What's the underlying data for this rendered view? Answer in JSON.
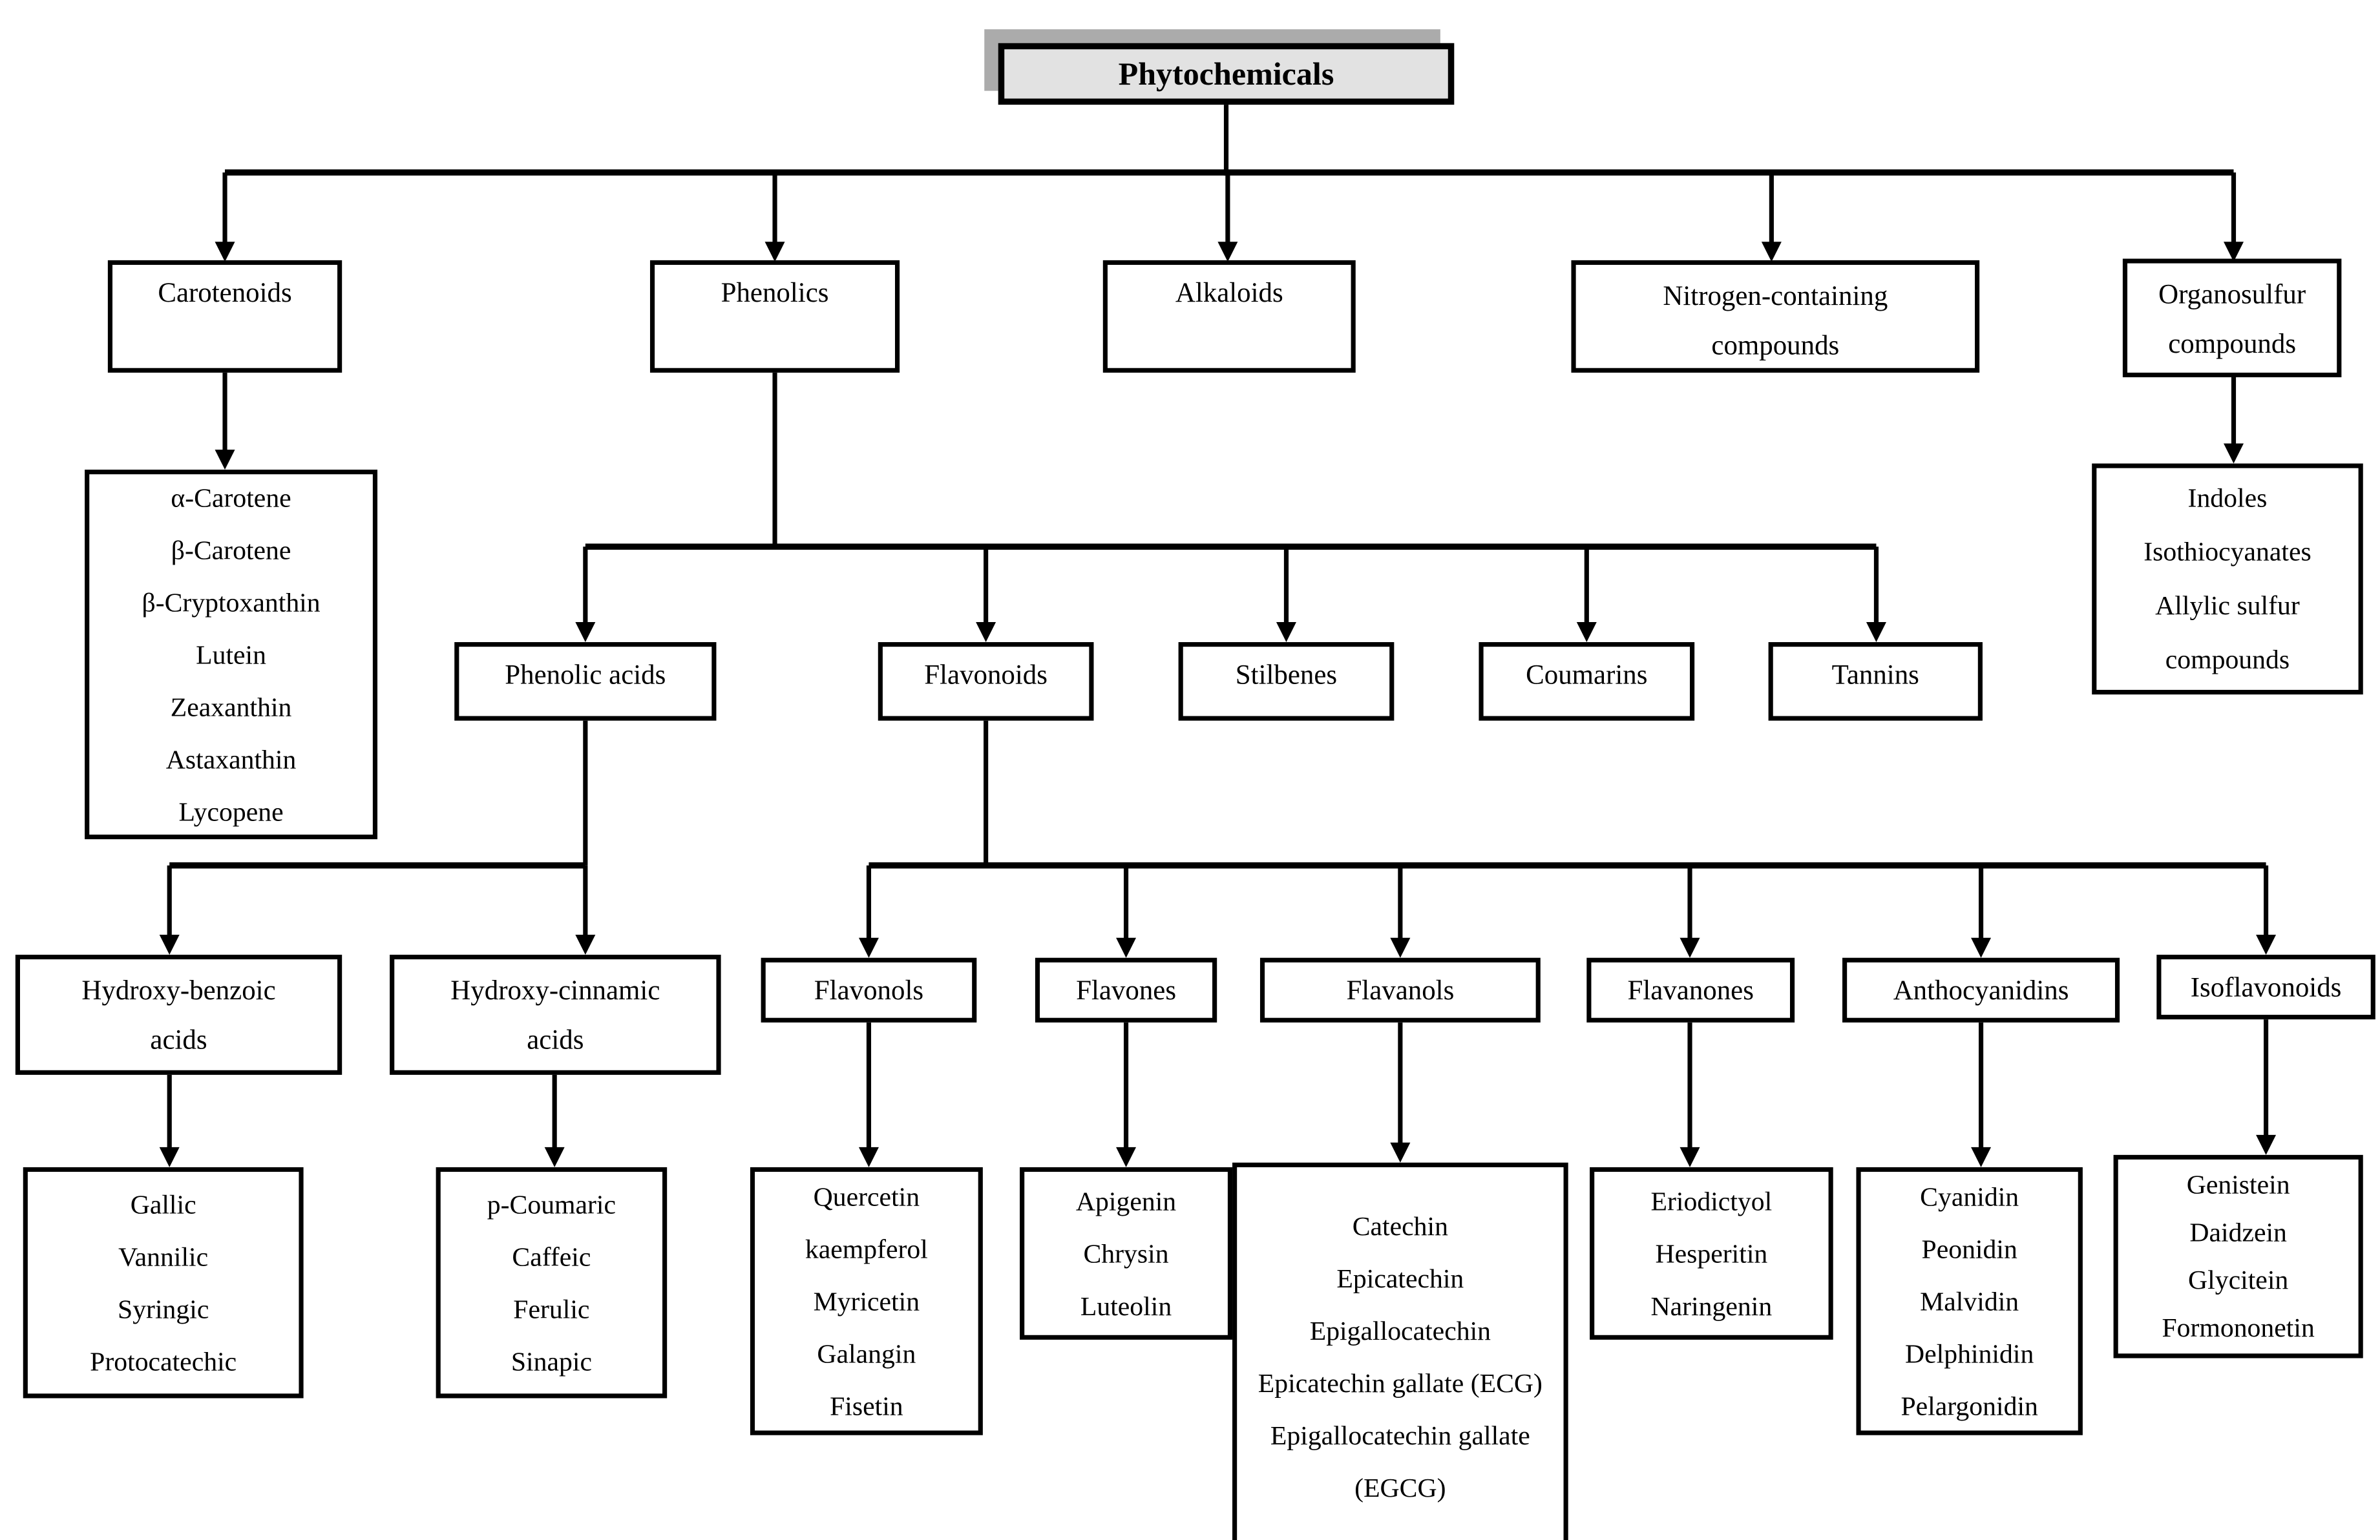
{
  "title": "Phytochemicals",
  "level1": {
    "carotenoids": "Carotenoids",
    "phenolics": "Phenolics",
    "alkaloids": "Alkaloids",
    "nitrogen": "Nitrogen-containing compounds",
    "organosulfur": "Organosulfur compounds"
  },
  "carotenoid_examples": [
    "α-Carotene",
    "β-Carotene",
    "β-Cryptoxanthin",
    "Lutein",
    "Zeaxanthin",
    "Astaxanthin",
    "Lycopene"
  ],
  "organosulfur_examples": [
    "Indoles",
    "Isothiocyanates",
    "Allylic sulfur compounds"
  ],
  "phenolic_classes": {
    "phenolic_acids": "Phenolic acids",
    "flavonoids": "Flavonoids",
    "stilbenes": "Stilbenes",
    "coumarins": "Coumarins",
    "tannins": "Tannins"
  },
  "phenolic_acid_classes": {
    "hydroxy_benzoic": "Hydroxy-benzoic acids",
    "hydroxy_cinnamic": "Hydroxy-cinnamic acids"
  },
  "hydroxy_benzoic_examples": [
    "Gallic",
    "Vannilic",
    "Syringic",
    "Protocatechic"
  ],
  "hydroxy_cinnamic_examples": [
    "p-Coumaric",
    "Caffeic",
    "Ferulic",
    "Sinapic"
  ],
  "flavonoid_classes": {
    "flavonols": "Flavonols",
    "flavones": "Flavones",
    "flavanols": "Flavanols",
    "flavanones": "Flavanones",
    "anthocyanidins": "Anthocyanidins",
    "isoflavonoids": "Isoflavonoids"
  },
  "flavonol_examples": [
    "Quercetin",
    "kaempferol",
    "Myricetin",
    "Galangin",
    "Fisetin"
  ],
  "flavone_examples": [
    "Apigenin",
    "Chrysin",
    "Luteolin"
  ],
  "flavanol_examples": [
    "Catechin",
    "Epicatechin",
    "Epigallocatechin",
    "Epicatechin gallate (ECG)",
    "Epigallocatechin gallate (EGCG)"
  ],
  "flavanone_examples": [
    "Eriodictyol",
    "Hesperitin",
    "Naringenin"
  ],
  "anthocyanidin_examples": [
    "Cyanidin",
    "Peonidin",
    "Malvidin",
    "Delphinidin",
    "Pelargonidin"
  ],
  "isoflavonoid_examples": [
    "Genistein",
    "Daidzein",
    "Glycitein",
    "Formononetin"
  ]
}
